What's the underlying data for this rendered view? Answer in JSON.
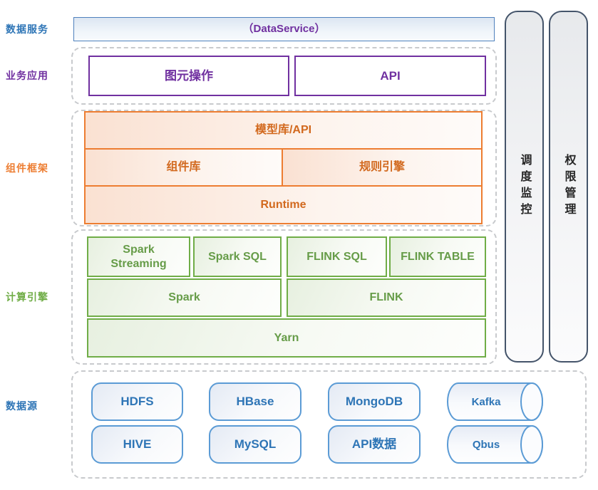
{
  "row_labels": {
    "data_service": "数据服务",
    "business_app": "业务应用",
    "component_framework": "组件框架",
    "compute_engine": "计算引擎",
    "data_source": "数据源"
  },
  "data_service": {
    "label": "（DataService）"
  },
  "business_app": {
    "tuyuan": "图元操作",
    "api": "API"
  },
  "component_framework": {
    "model_lib": "模型库/API",
    "component_lib": "组件库",
    "rule_engine": "规则引擎",
    "runtime": "Runtime"
  },
  "compute_engine": {
    "spark_streaming": "Spark Streaming",
    "spark_sql": "Spark SQL",
    "flink_sql": "FLINK SQL",
    "flink_table": "FLINK TABLE",
    "spark": "Spark",
    "flink": "FLINK",
    "yarn": "Yarn"
  },
  "data_source": {
    "hdfs": "HDFS",
    "hbase": "HBase",
    "mongodb": "MongoDB",
    "kafka": "Kafka",
    "hive": "HIVE",
    "mysql": "MySQL",
    "api_data": "API数据",
    "qbus": "Qbus"
  },
  "side_bars": {
    "scheduling": "调度监控",
    "permission": "权限管理"
  },
  "colors": {
    "service_border": "#4F81BD",
    "datasource_border": "#5B9BD5",
    "blue_text": "#2E75B6",
    "purple": "#7030A0",
    "orange_border": "#ED7D31",
    "orange_text": "#D2691E",
    "green_border": "#70AD47",
    "green_text": "#669C48",
    "sidebar_border": "#44546A",
    "dash_gray": "#C8CACD"
  }
}
